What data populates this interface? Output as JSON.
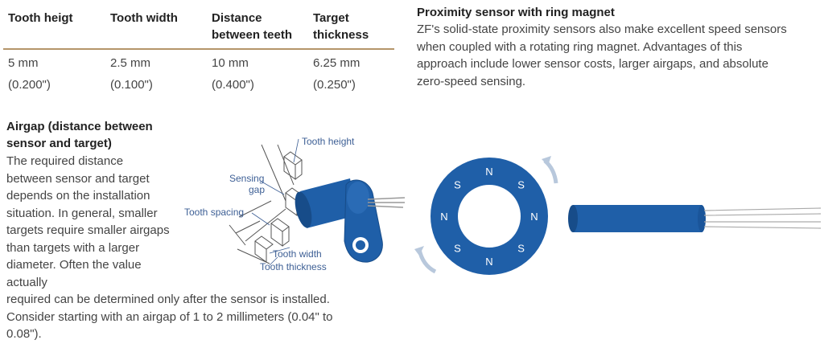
{
  "table": {
    "headers": [
      "Tooth heigt",
      "Tooth width",
      "Distance between teeth",
      "Target thickness"
    ],
    "rows": [
      [
        "5 mm",
        "2.5 mm",
        "10 mm",
        "6.25 mm"
      ],
      [
        "(0.200\")",
        "(0.100\")",
        "(0.400\")",
        "(0.250\")"
      ]
    ]
  },
  "airgap": {
    "heading": "Airgap (distance between sensor and target)",
    "para_narrow": "The required distance between sensor and target depends on the installation situation. In general, smaller targets require smaller airgaps than targets with a larger diameter. Often the value actually",
    "para_wide": "required can be determined only after the sensor is installed. Consider starting with an airgap of 1 to 2 millimeters (0.04\" to 0.08\")."
  },
  "gear_diagram": {
    "labels": {
      "tooth_height": "Tooth height",
      "sensing_gap": "Sensing gap",
      "tooth_spacing": "Tooth spacing",
      "tooth_width": "Tooth width",
      "tooth_thickness": "Tooth thickness"
    }
  },
  "proximity": {
    "heading": "Proximity sensor with ring magnet",
    "text": "ZF's solid-state proximity sensors also make excellent speed sensors when coupled with a rotating ring magnet. Advantages of this approach include lower sensor costs, larger airgaps, and absolute zero-speed sensing."
  },
  "ring_magnet": {
    "poles": [
      "N",
      "S",
      "N",
      "S",
      "N",
      "S",
      "N",
      "S"
    ]
  },
  "colors": {
    "accent_blue": "#1f5fa8",
    "label_blue": "#3d5f95",
    "rule_tan": "#b5956a",
    "rotation_arrow": "#b8c8dc"
  }
}
